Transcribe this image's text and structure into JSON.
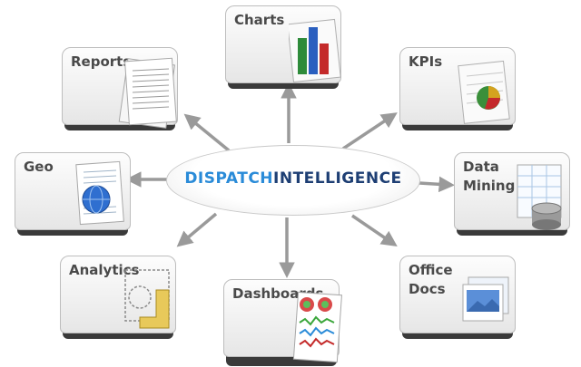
{
  "center": {
    "part1": "DISPATCH",
    "part2": "INTELLIGENCE"
  },
  "nodes": {
    "charts": {
      "label": "Charts",
      "icon": "bar-chart-icon"
    },
    "reports": {
      "label": "Reports",
      "icon": "document-pages-icon"
    },
    "kpis": {
      "label": "KPIs",
      "icon": "pie-chart-icon"
    },
    "geo": {
      "label": "Geo",
      "icon": "globe-document-icon"
    },
    "datamining": {
      "line1": "Data",
      "line2": "Mining",
      "icon": "database-icon"
    },
    "analytics": {
      "label": "Analytics",
      "icon": "ruler-selection-icon"
    },
    "dashboards": {
      "label": "Dashboards",
      "icon": "dashboard-graph-icon"
    },
    "officedocs": {
      "line1": "Office",
      "line2": "Docs",
      "icon": "office-images-icon"
    }
  },
  "colors": {
    "brand_light": "#2a8bd8",
    "brand_dark": "#1e3f74",
    "arrow": "#9a9a9a"
  }
}
